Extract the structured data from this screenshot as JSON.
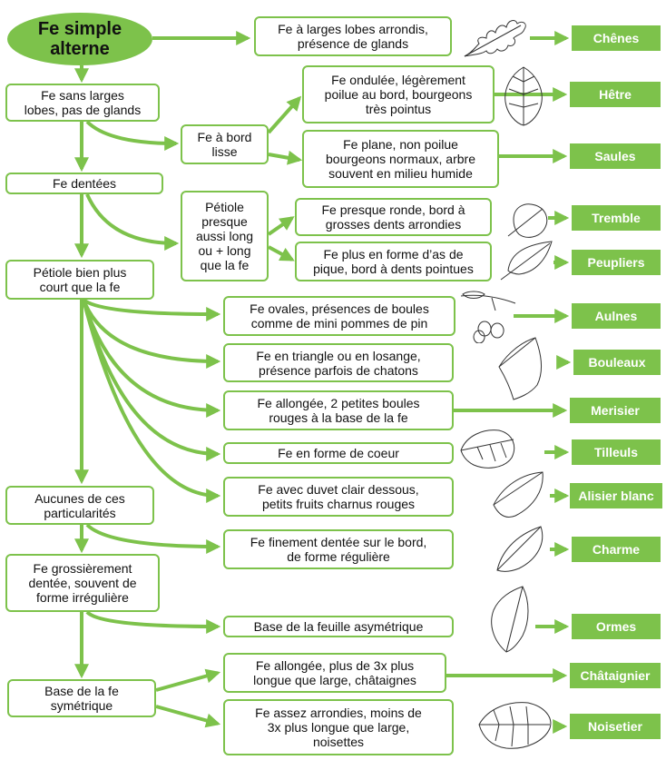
{
  "colors": {
    "accent": "#7dc24b",
    "text": "#111111",
    "taxon_text": "#ffffff",
    "leaf_stroke": "#333333"
  },
  "title": "Fe simple\nalterne",
  "criteria": {
    "left": {
      "sans_lobes": "Fe sans larges\nlobes, pas de glands",
      "dentees": "Fe dentées",
      "petiole_court": "Pétiole bien plus\ncourt que la fe",
      "aucune": "Aucunes de ces\nparticularités",
      "grossierement": "Fe grossièrement\ndentée, souvent de\nforme irrégulière",
      "base_symetrique": "Base de la fe\nsymétrique"
    },
    "middle": {
      "bord_lisse": "Fe à bord\nlisse",
      "petiole_long": "Pétiole\npresque\naussi long\nou + long\nque la fe"
    },
    "right": {
      "chenes": "Fe à larges lobes arrondis,\nprésence de glands",
      "hetre": "Fe ondulée, légèrement\npoilue au bord, bourgeons\ntrès pointus",
      "saules": "Fe plane, non poilue\nbourgeons normaux, arbre\nsouvent en milieu humide",
      "tremble": "Fe presque ronde, bord à\ngrosses dents arrondies",
      "peupliers": "Fe plus en forme d’as de\npique, bord à dents pointues",
      "aulnes": "Fe ovales, présences de boules\ncomme de mini pommes de pin",
      "bouleaux": "Fe en triangle ou en losange,\nprésence parfois de chatons",
      "merisier": "Fe allongée, 2 petites boules\nrouges à la base de la fe",
      "tilleuls": "Fe en forme de coeur",
      "alisier": "Fe avec duvet clair dessous,\npetits fruits charnus rouges",
      "charme": "Fe finement dentée sur le bord,\nde forme régulière",
      "ormes": "Base de la feuille asymétrique",
      "chataignier": "Fe allongée, plus de 3x plus\nlongue que large, châtaignes",
      "noisetier": "Fe assez arrondies, moins de\n3x plus longue que large,\nnoisettes"
    }
  },
  "taxa": {
    "chenes": "Chênes",
    "hetre": "Hêtre",
    "saules": "Saules",
    "tremble": "Tremble",
    "peupliers": "Peupliers",
    "aulnes": "Aulnes",
    "bouleaux": "Bouleaux",
    "merisier": "Merisier",
    "tilleuls": "Tilleuls",
    "alisier": "Alisier blanc",
    "charme": "Charme",
    "ormes": "Ormes",
    "chataignier": "Châtaignier",
    "noisetier": "Noisetier"
  },
  "leaf_icons": [
    "oak-leaf-icon",
    "beech-leaf-icon",
    "aspen-leaf-icon",
    "poplar-leaf-icon",
    "alder-branch-icon",
    "birch-leaf-icon",
    "linden-leaf-icon",
    "whitebeam-leaf-icon",
    "hornbeam-leaf-icon",
    "elm-leaf-icon",
    "hazel-leaf-icon"
  ]
}
